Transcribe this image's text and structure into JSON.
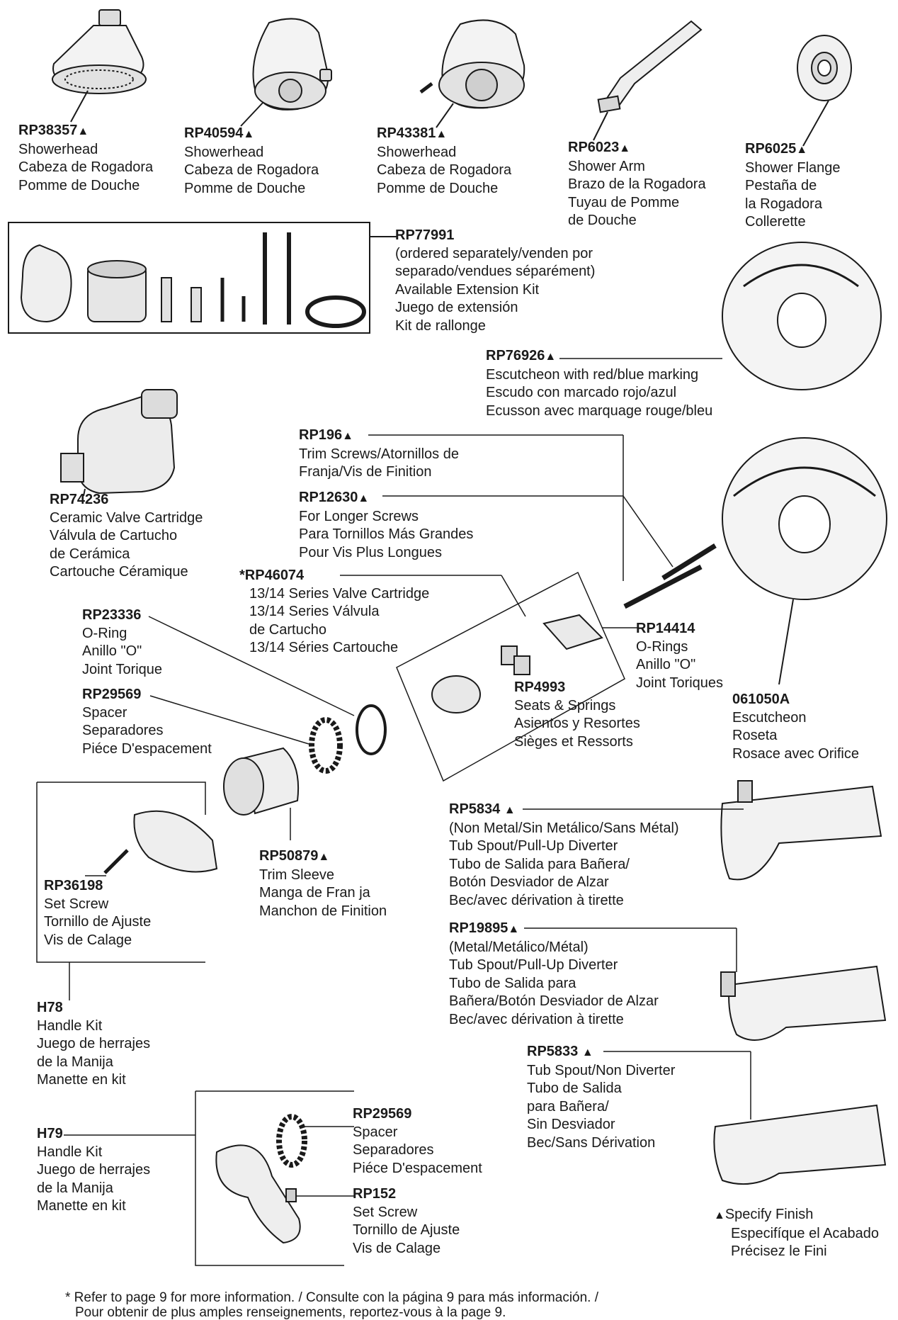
{
  "parts": [
    {
      "id": "rp38357",
      "pn": "RP38357",
      "finish": true,
      "lines": [
        "Showerhead",
        "Cabeza de Rogadora",
        "Pomme de Douche"
      ]
    },
    {
      "id": "rp40594",
      "pn": "RP40594",
      "finish": true,
      "lines": [
        "Showerhead",
        "Cabeza de Rogadora",
        "Pomme de Douche"
      ]
    },
    {
      "id": "rp43381",
      "pn": "RP43381",
      "finish": true,
      "lines": [
        "Showerhead",
        "Cabeza de Rogadora",
        "Pomme de Douche"
      ]
    },
    {
      "id": "rp6023",
      "pn": "RP6023",
      "finish": true,
      "lines": [
        "Shower Arm",
        "Brazo de la Rogadora",
        "Tuyau de Pomme",
        "de Douche"
      ]
    },
    {
      "id": "rp6025",
      "pn": "RP6025",
      "finish": true,
      "lines": [
        "Shower Flange",
        "Pestaña de",
        "la Rogadora",
        "Collerette"
      ]
    },
    {
      "id": "rp77991",
      "pn": "RP77991",
      "finish": false,
      "lines": [
        "(ordered separately/venden por",
        "separado/vendues séparément)",
        "Available Extension Kit",
        "Juego de extensión",
        "Kit de rallonge"
      ]
    },
    {
      "id": "rp76926",
      "pn": "RP76926",
      "finish": true,
      "lines": [
        "Escutcheon with red/blue marking",
        "Escudo con marcado rojo/azul",
        "Ecusson avec marquage rouge/bleu"
      ]
    },
    {
      "id": "rp196",
      "pn": "RP196",
      "finish": true,
      "lines": [
        "Trim Screws/Atornillos de",
        "Franja/Vis de Finition"
      ]
    },
    {
      "id": "rp74236",
      "pn": "RP74236",
      "finish": false,
      "lines": [
        "Ceramic Valve Cartridge",
        "Válvula de Cartucho",
        "de Cerámica",
        "Cartouche Céramique"
      ]
    },
    {
      "id": "rp12630",
      "pn": "RP12630",
      "finish": true,
      "lines": [
        "For Longer Screws",
        "Para Tornillos Más Grandes",
        "Pour Vis Plus Longues"
      ]
    },
    {
      "id": "rp46074",
      "pn": "*RP46074",
      "finish": false,
      "lines": [
        "13/14 Series Valve Cartridge",
        "13/14 Series Válvula",
        "de Cartucho",
        "13/14 Séries Cartouche"
      ]
    },
    {
      "id": "rp23336",
      "pn": "RP23336",
      "finish": false,
      "lines": [
        "O-Ring",
        "Anillo \"O\"",
        "Joint Torique"
      ]
    },
    {
      "id": "rp14414",
      "pn": "RP14414",
      "finish": false,
      "lines": [
        "O-Rings",
        "Anillo \"O\"",
        "Joint Toriques"
      ]
    },
    {
      "id": "rp4993",
      "pn": "RP4993",
      "finish": false,
      "lines": [
        "Seats & Springs",
        "Asientos y Resortes",
        "Sièges et Ressorts"
      ]
    },
    {
      "id": "rp29569a",
      "pn": "RP29569",
      "finish": false,
      "lines": [
        "Spacer",
        "Separadores",
        "Piéce D'espacement"
      ]
    },
    {
      "id": "e061050a",
      "pn": "061050A",
      "finish": false,
      "lines": [
        "Escutcheon",
        "Roseta",
        "Rosace avec Orifice"
      ]
    },
    {
      "id": "rp5834",
      "pn": "RP5834",
      "finish": true,
      "lines": [
        "(Non Metal/Sin Metálico/Sans Métal)",
        "Tub Spout/Pull-Up Diverter",
        "Tubo de Salida para Bañera/",
        "Botón Desviador de Alzar",
        "Bec/avec dérivation à tirette"
      ]
    },
    {
      "id": "rp50879",
      "pn": "RP50879",
      "finish": true,
      "lines": [
        "Trim Sleeve",
        "Manga de Fran ja",
        "Manchon de Finition"
      ]
    },
    {
      "id": "rp36198",
      "pn": "RP36198",
      "finish": false,
      "lines": [
        "Set Screw",
        "Tornillo de Ajuste",
        "Vis de Calage"
      ]
    },
    {
      "id": "rp19895",
      "pn": "RP19895",
      "finish": true,
      "lines": [
        "(Metal/Metálico/Métal)",
        "Tub Spout/Pull-Up Diverter",
        "Tubo de Salida para",
        "Bañera/Botón Desviador de Alzar",
        "Bec/avec dérivation à tirette"
      ]
    },
    {
      "id": "h78",
      "pn": "H78",
      "finish": false,
      "lines": [
        "Handle Kit",
        "Juego de herrajes",
        "de la Manija",
        "Manette en kit"
      ]
    },
    {
      "id": "rp5833",
      "pn": "RP5833",
      "finish": true,
      "lines": [
        "Tub Spout/Non Diverter",
        "Tubo de Salida",
        "para Bañera/",
        "Sin Desviador",
        "Bec/Sans Dérivation"
      ]
    },
    {
      "id": "h79",
      "pn": "H79",
      "finish": false,
      "lines": [
        "Handle Kit",
        "Juego de herrajes",
        "de la Manija",
        "Manette en kit"
      ]
    },
    {
      "id": "rp29569b",
      "pn": "RP29569",
      "finish": false,
      "lines": [
        "Spacer",
        "Separadores",
        "Piéce D'espacement"
      ]
    },
    {
      "id": "rp152",
      "pn": "RP152",
      "finish": false,
      "lines": [
        "Set Screw",
        "Tornillo de Ajuste",
        "Vis de Calage"
      ]
    }
  ],
  "legend": {
    "mark": "▲",
    "lines": [
      "Specify Finish",
      "Especifíque el Acabado",
      "Précisez le Fini"
    ]
  },
  "footnote": {
    "line1": "* Refer to page 9 for more information. / Consulte con la página 9 para más información. /",
    "line2": "Pour obtenir de plus amples renseignements, reportez-vous à la page 9."
  }
}
